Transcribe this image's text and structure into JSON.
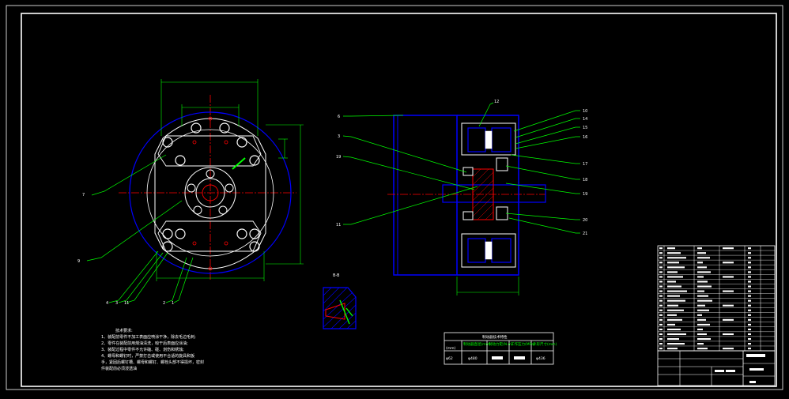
{
  "colors": {
    "background": "#000000",
    "frame": "#ffffff",
    "outline": "#ffffff",
    "leader": "#00ff00",
    "dimension": "#00ff00",
    "centerline": "#ff0000",
    "hidden": "#0000ff",
    "part": "#0000ff",
    "bolt": "#ffffff",
    "hatch": "#ff0000"
  },
  "front_view": {
    "labels": [
      "7",
      "9",
      "4",
      "3",
      "11",
      "2",
      "1"
    ]
  },
  "side_view": {
    "left_labels": [
      "6",
      "3",
      "19",
      "11"
    ],
    "right_labels": [
      "12",
      "10",
      "14",
      "15",
      "16",
      "17",
      "18",
      "19",
      "20",
      "21"
    ]
  },
  "section_view": {
    "title": "B-B"
  },
  "technical_notes": {
    "title": "技术要求:",
    "lines": [
      "1、装配前零件不加工表面应喷涂干净，除去毛边毛刺;",
      "2、零件在装配前用煤油清洗，晾干后表面应涂油;",
      "3、装配过程中零件不允许磕、碰、划伤和锈蚀;",
      "4、螺母和螺钉时，严禁打击或使用不合适的旋具和扳",
      "手，紧固后螺钉槽、螺母和螺钉、螺栓头部不得损坏，密封",
      "件装配前必须浸透油"
    ]
  },
  "spec_table": {
    "title": "制动器技术特性",
    "headers": [
      "制动器直径(mm)",
      "制动力矩(N.m)",
      "工作压力(MPa)",
      "外形尺寸(mm)"
    ],
    "first_col_label": "(mm)",
    "values": [
      "φ62",
      "φ480",
      "",
      "φ436"
    ]
  }
}
